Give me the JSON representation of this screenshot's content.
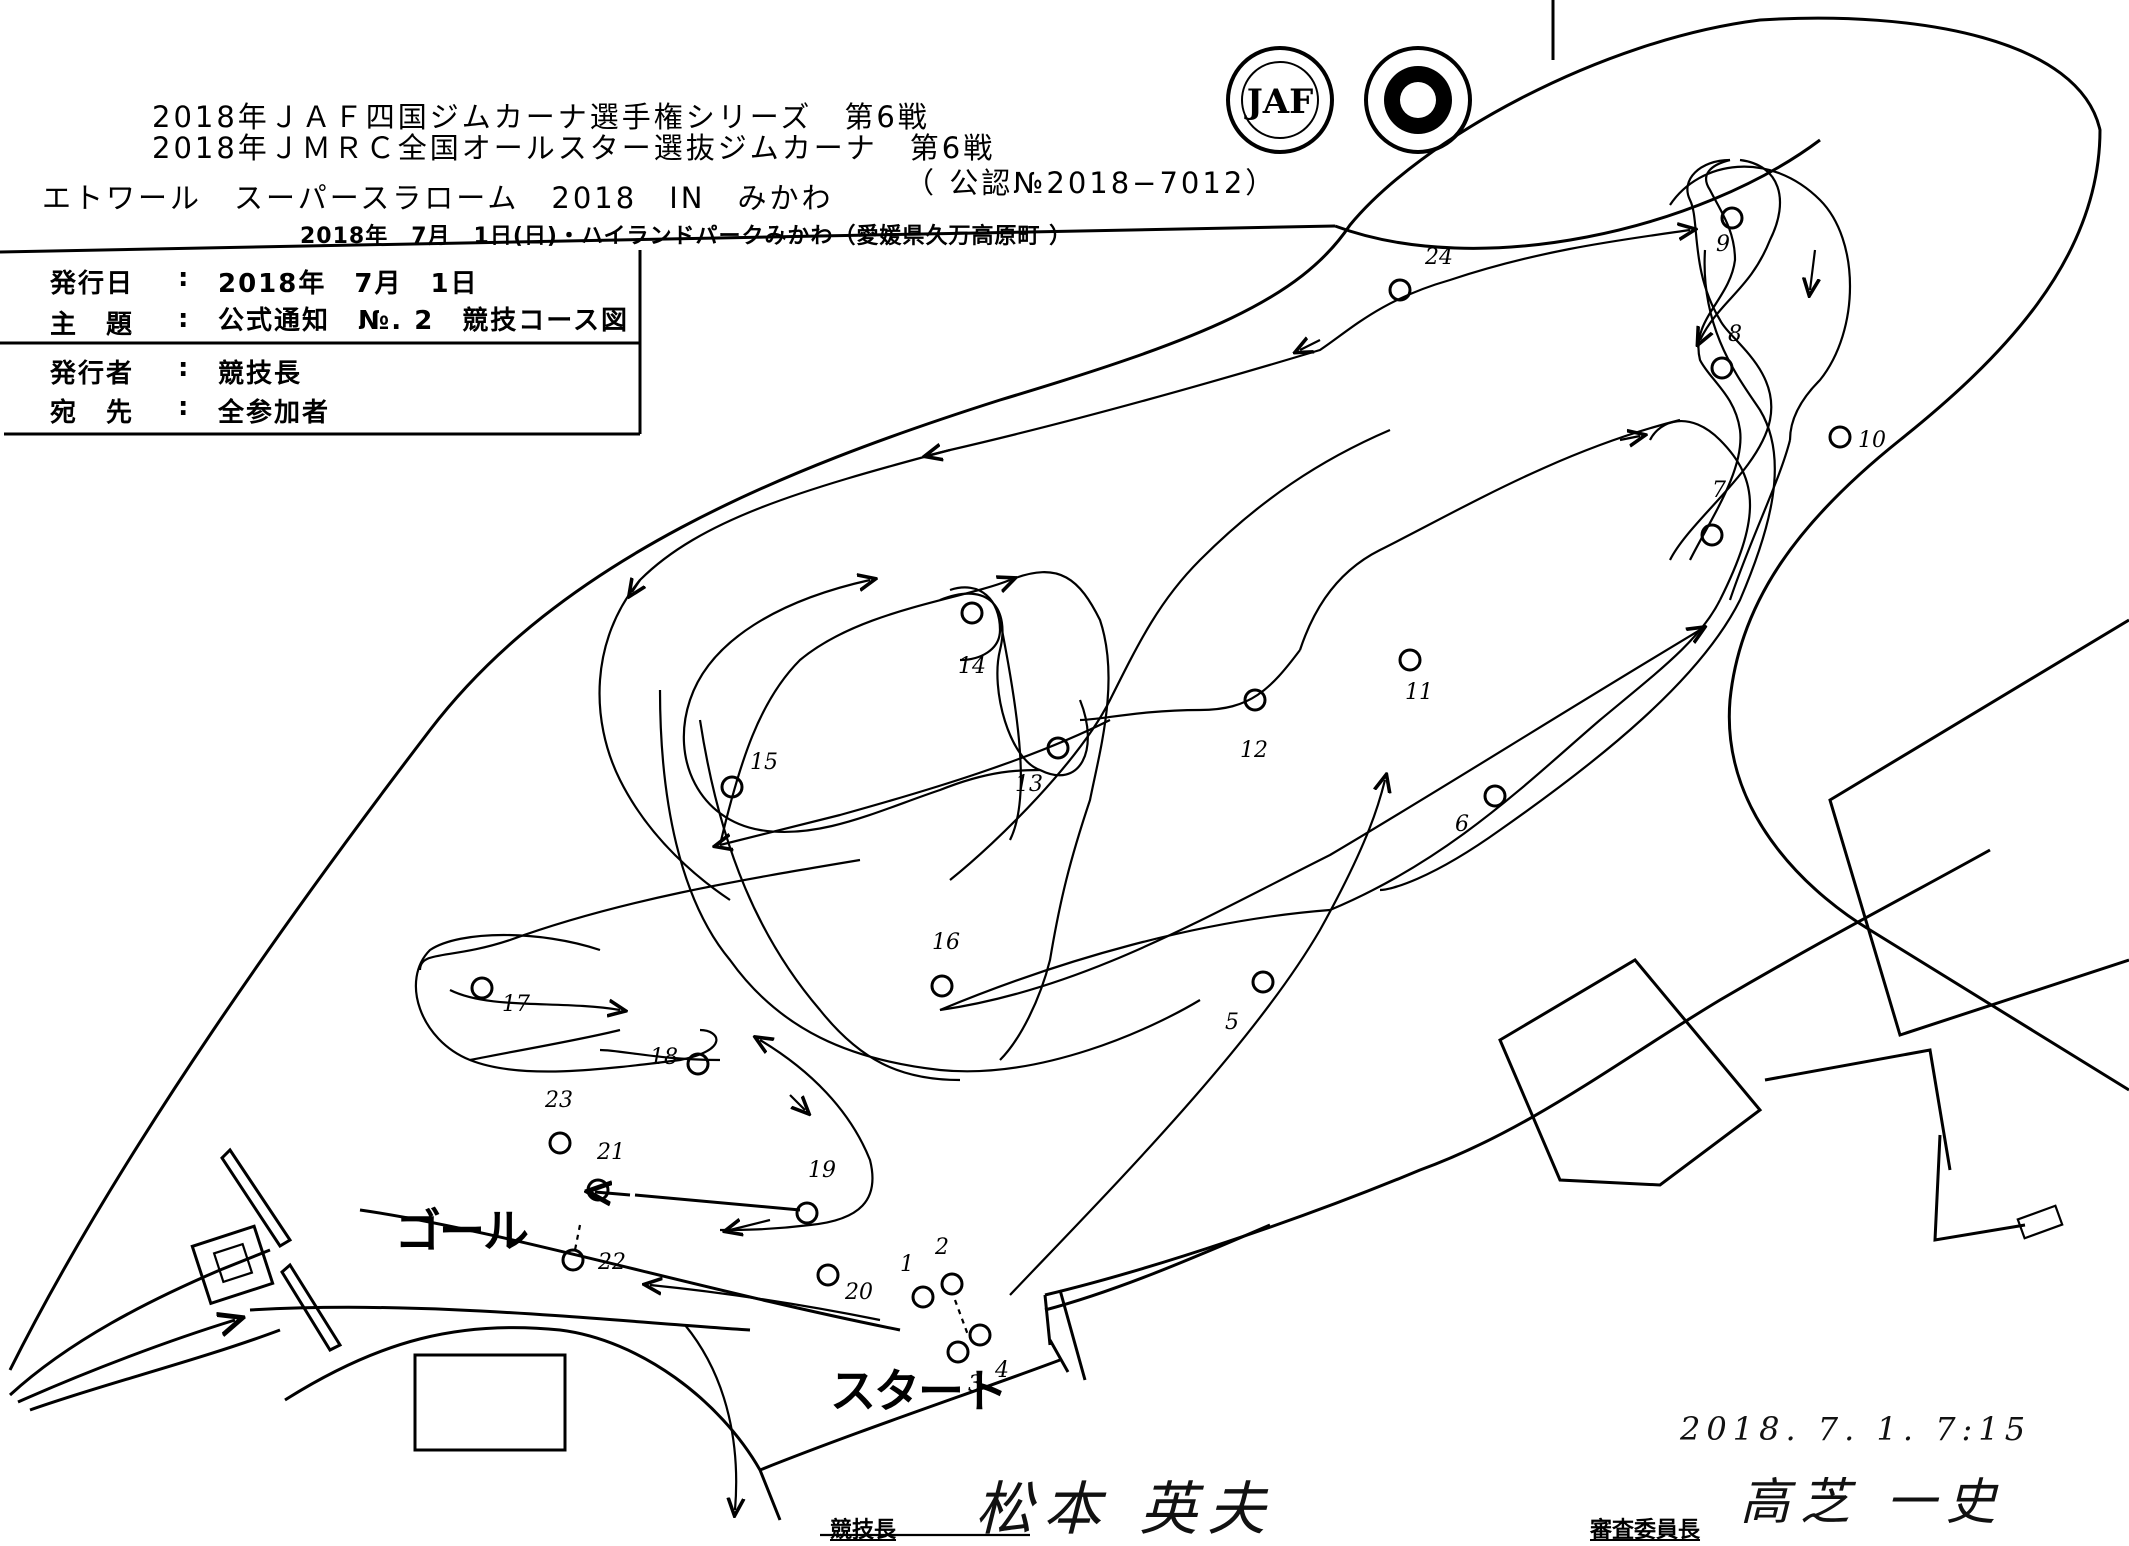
{
  "header": {
    "line1": "2018年ＪＡＦ四国ジムカーナ選手権シリーズ　第6戦",
    "line2": "2018年ＪＭＲＣ全国オールスター選抜ジムカーナ　第6戦",
    "event_title": "エトワール　スーパースラローム　2018　IN　みかわ",
    "permit": "（ 公認№2018−7012）",
    "date_venue": "2018年　7月　1日(日)・ハイランドパークみかわ（愛媛県久万高原町 ）"
  },
  "meta": {
    "rows": [
      {
        "label": "発行日",
        "colon": ":",
        "value": "2018年　7月　1日"
      },
      {
        "label": "主　題",
        "colon": ":",
        "value": "公式通知　№. 2　競技コース図"
      },
      {
        "label": "発行者",
        "colon": ":",
        "value": "競技長"
      },
      {
        "label": "宛　先",
        "colon": ":",
        "value": "全参加者"
      }
    ]
  },
  "logos": [
    "jaf-logo",
    "jmrc-seal"
  ],
  "map": {
    "goal_label": "ゴール",
    "start_label": "スタート",
    "pylons": [
      {
        "id": "1",
        "label": "1"
      },
      {
        "id": "2",
        "label": "2"
      },
      {
        "id": "3",
        "label": "3"
      },
      {
        "id": "4",
        "label": "4"
      },
      {
        "id": "5",
        "label": "5"
      },
      {
        "id": "6",
        "label": "6"
      },
      {
        "id": "7",
        "label": "7"
      },
      {
        "id": "8",
        "label": "8"
      },
      {
        "id": "9",
        "label": "9"
      },
      {
        "id": "10",
        "label": "10"
      },
      {
        "id": "11",
        "label": "11"
      },
      {
        "id": "12",
        "label": "12"
      },
      {
        "id": "13",
        "label": "13"
      },
      {
        "id": "14",
        "label": "14"
      },
      {
        "id": "15",
        "label": "15"
      },
      {
        "id": "16",
        "label": "16"
      },
      {
        "id": "17",
        "label": "17"
      },
      {
        "id": "18",
        "label": "18"
      },
      {
        "id": "19",
        "label": "19"
      },
      {
        "id": "20",
        "label": "20"
      },
      {
        "id": "21",
        "label": "21"
      },
      {
        "id": "22",
        "label": "22"
      },
      {
        "id": "23",
        "label": "23"
      },
      {
        "id": "24",
        "label": "24"
      }
    ]
  },
  "footer": {
    "datetime": "2018. 7. 1. 7:15",
    "director_title": "競技長",
    "director_name": "松本 英夫",
    "steward_title": "審査委員長",
    "steward_name": "高芝 一史"
  }
}
